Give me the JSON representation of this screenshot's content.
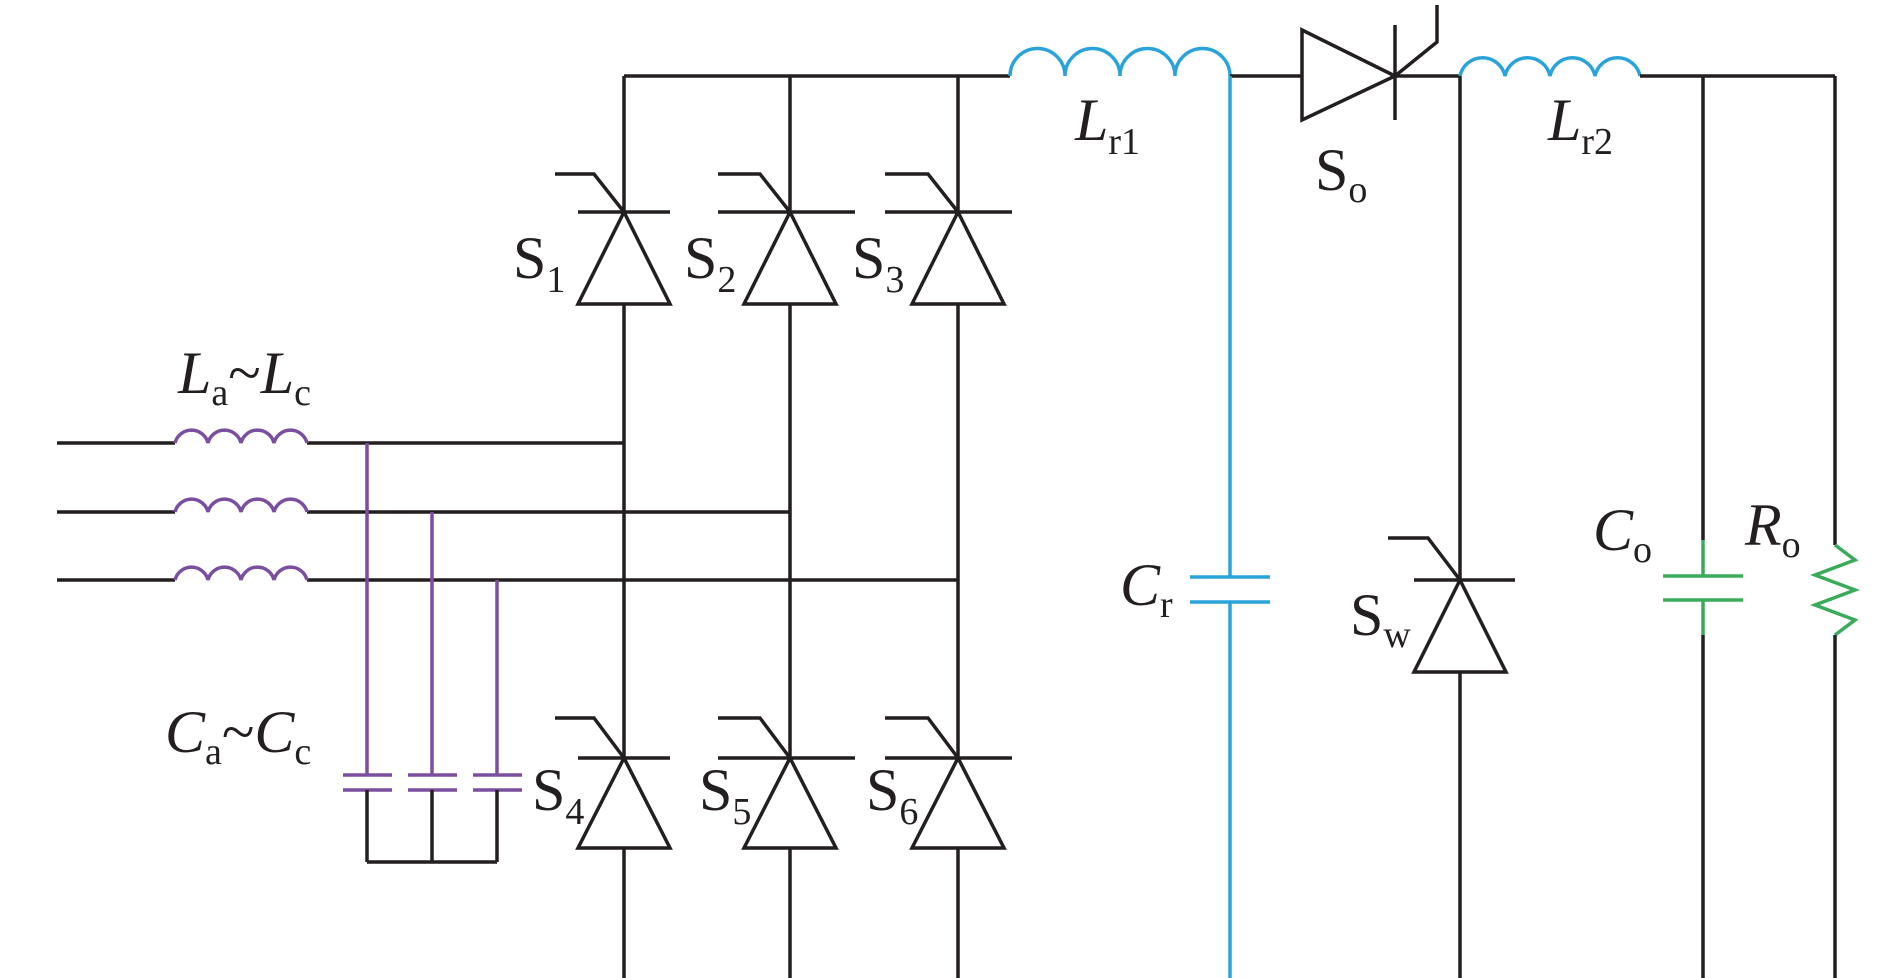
{
  "colors": {
    "wire": "#231f20",
    "resonant": "#29a3d9",
    "input_filter": "#7b4fa0",
    "output": "#3aaa5b"
  },
  "labels": {
    "La_Lc": {
      "p1": "L",
      "s1": "a",
      "mid": "~",
      "p2": "L",
      "s2": "c"
    },
    "Ca_Cc": {
      "p1": "C",
      "s1": "a",
      "mid": "~",
      "p2": "C",
      "s2": "c"
    },
    "S1": {
      "main": "S",
      "sub": "1"
    },
    "S2": {
      "main": "S",
      "sub": "2"
    },
    "S3": {
      "main": "S",
      "sub": "3"
    },
    "S4": {
      "main": "S",
      "sub": "4"
    },
    "S5": {
      "main": "S",
      "sub": "5"
    },
    "S6": {
      "main": "S",
      "sub": "6"
    },
    "Lr1": {
      "main": "L",
      "sub": "r1"
    },
    "Lr2": {
      "main": "L",
      "sub": "r2"
    },
    "So": {
      "main": "S",
      "sub": "o"
    },
    "Sw": {
      "main": "S",
      "sub": "w"
    },
    "Cr": {
      "main": "C",
      "sub": "r"
    },
    "Co": {
      "main": "C",
      "sub": "o"
    },
    "Ro": {
      "main": "R",
      "sub": "o"
    }
  }
}
